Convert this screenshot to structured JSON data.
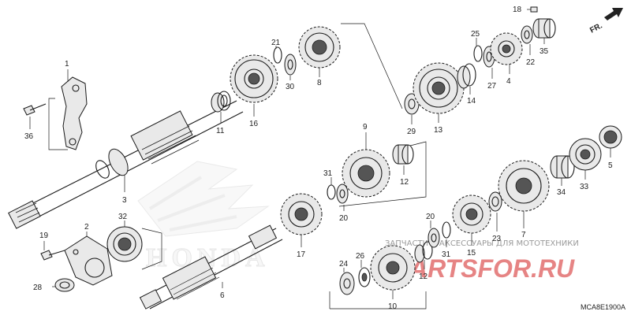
{
  "direction_marker": "FR.",
  "diagram_code": "MCA8E1900A",
  "watermark": {
    "caption": "ЗАПЧАСТИ И АКСЕССУАРЫ ДЛЯ МОТОТЕХНИКИ",
    "brand": "PARTSFOR.RU"
  },
  "background_logo": "HONDA",
  "callouts": {
    "p1": "1",
    "p2": "2",
    "p3": "3",
    "p4": "4",
    "p5": "5",
    "p6": "6",
    "p7": "7",
    "p8": "8",
    "p9": "9",
    "p10": "10",
    "p11": "11",
    "p12a": "12",
    "p12b": "12",
    "p13": "13",
    "p14": "14",
    "p15": "15",
    "p16": "16",
    "p17": "17",
    "p18": "18",
    "p19": "19",
    "p20a": "20",
    "p20b": "20",
    "p21": "21",
    "p22": "22",
    "p23": "23",
    "p24": "24",
    "p25": "25",
    "p26": "26",
    "p27": "27",
    "p28": "28",
    "p29": "29",
    "p30": "30",
    "p31a": "31",
    "p31b": "31",
    "p32": "32",
    "p33": "33",
    "p34": "34",
    "p35": "35",
    "p36": "36"
  }
}
